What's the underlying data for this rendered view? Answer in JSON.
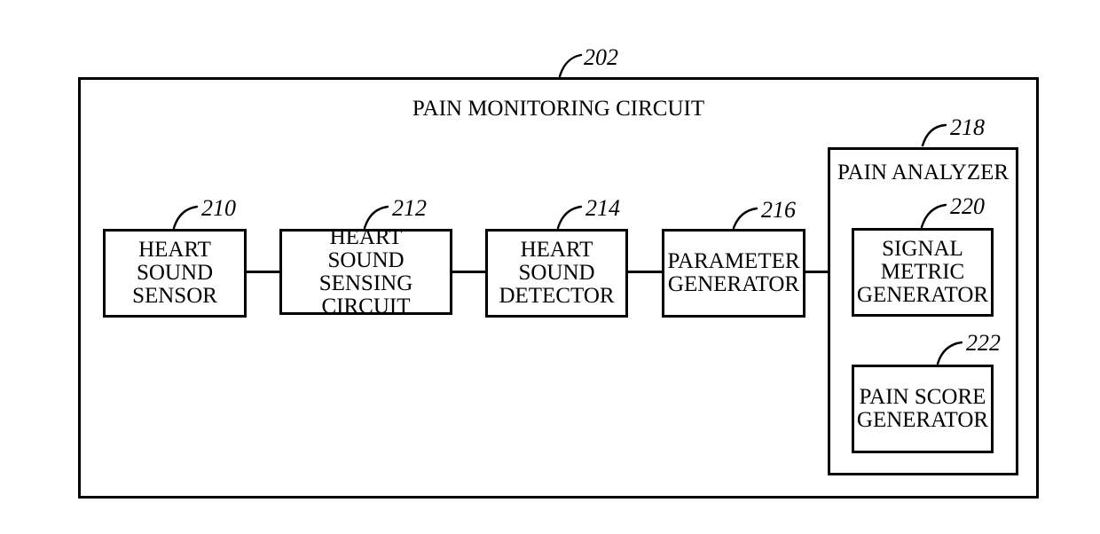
{
  "figure": {
    "title": "PAIN MONITORING CIRCUIT",
    "outer_box": {
      "ref": "202"
    },
    "blocks": {
      "heart_sound_sensor": {
        "label": "HEART\nSOUND\nSENSOR",
        "ref": "210"
      },
      "heart_sound_sensing": {
        "label": "HEART\nSOUND SENSING\nCIRCUIT",
        "ref": "212"
      },
      "heart_sound_detector": {
        "label": "HEART\nSOUND\nDETECTOR",
        "ref": "214"
      },
      "parameter_generator": {
        "label": "PARAMETER\nGENERATOR",
        "ref": "216"
      },
      "pain_analyzer": {
        "label": "PAIN ANALYZER",
        "ref": "218"
      },
      "signal_metric_generator": {
        "label": "SIGNAL\nMETRIC\nGENERATOR",
        "ref": "220"
      },
      "pain_score_generator": {
        "label": "PAIN SCORE\nGENERATOR",
        "ref": "222"
      }
    },
    "colors": {
      "line": "#000000",
      "background": "#ffffff"
    }
  }
}
